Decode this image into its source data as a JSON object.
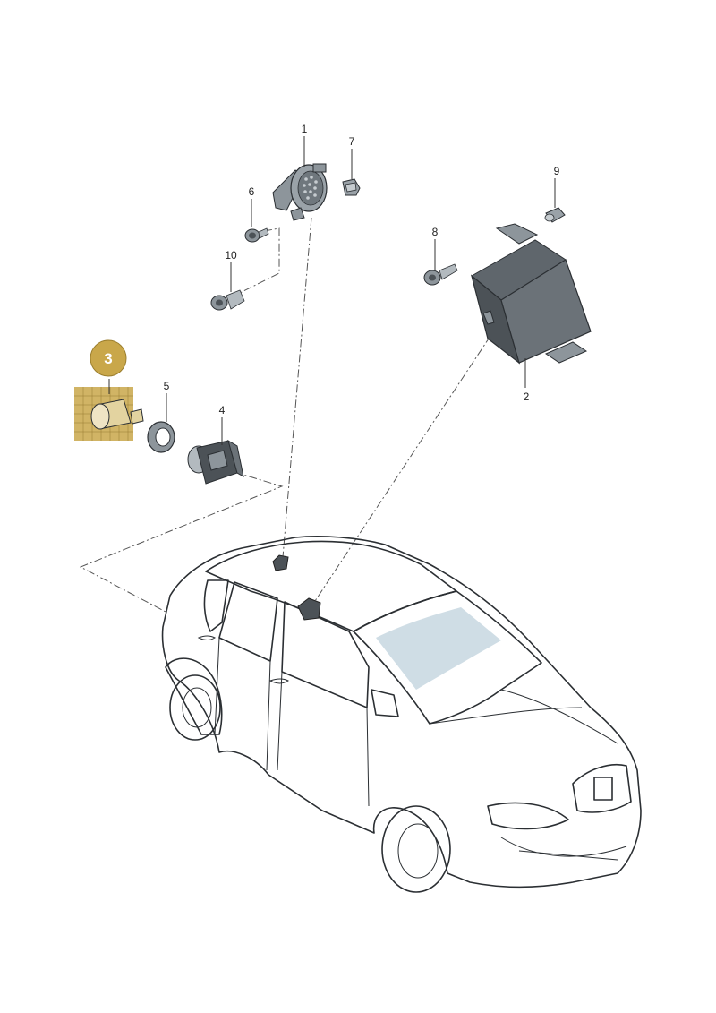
{
  "diagram": {
    "callouts": [
      {
        "id": "1",
        "label": "1"
      },
      {
        "id": "2",
        "label": "2"
      },
      {
        "id": "3",
        "label": "3",
        "highlighted": true
      },
      {
        "id": "4",
        "label": "4"
      },
      {
        "id": "5",
        "label": "5"
      },
      {
        "id": "6",
        "label": "6"
      },
      {
        "id": "7",
        "label": "7"
      },
      {
        "id": "8",
        "label": "8"
      },
      {
        "id": "9",
        "label": "9"
      },
      {
        "id": "10",
        "label": "10"
      }
    ],
    "colors": {
      "highlight": "#c9a74a",
      "car_body": "#d4e2ea",
      "car_glass": "#b7cdd8",
      "part_dark": "#4c5257",
      "part_mid": "#8d959b",
      "line": "#2b2f33"
    }
  }
}
